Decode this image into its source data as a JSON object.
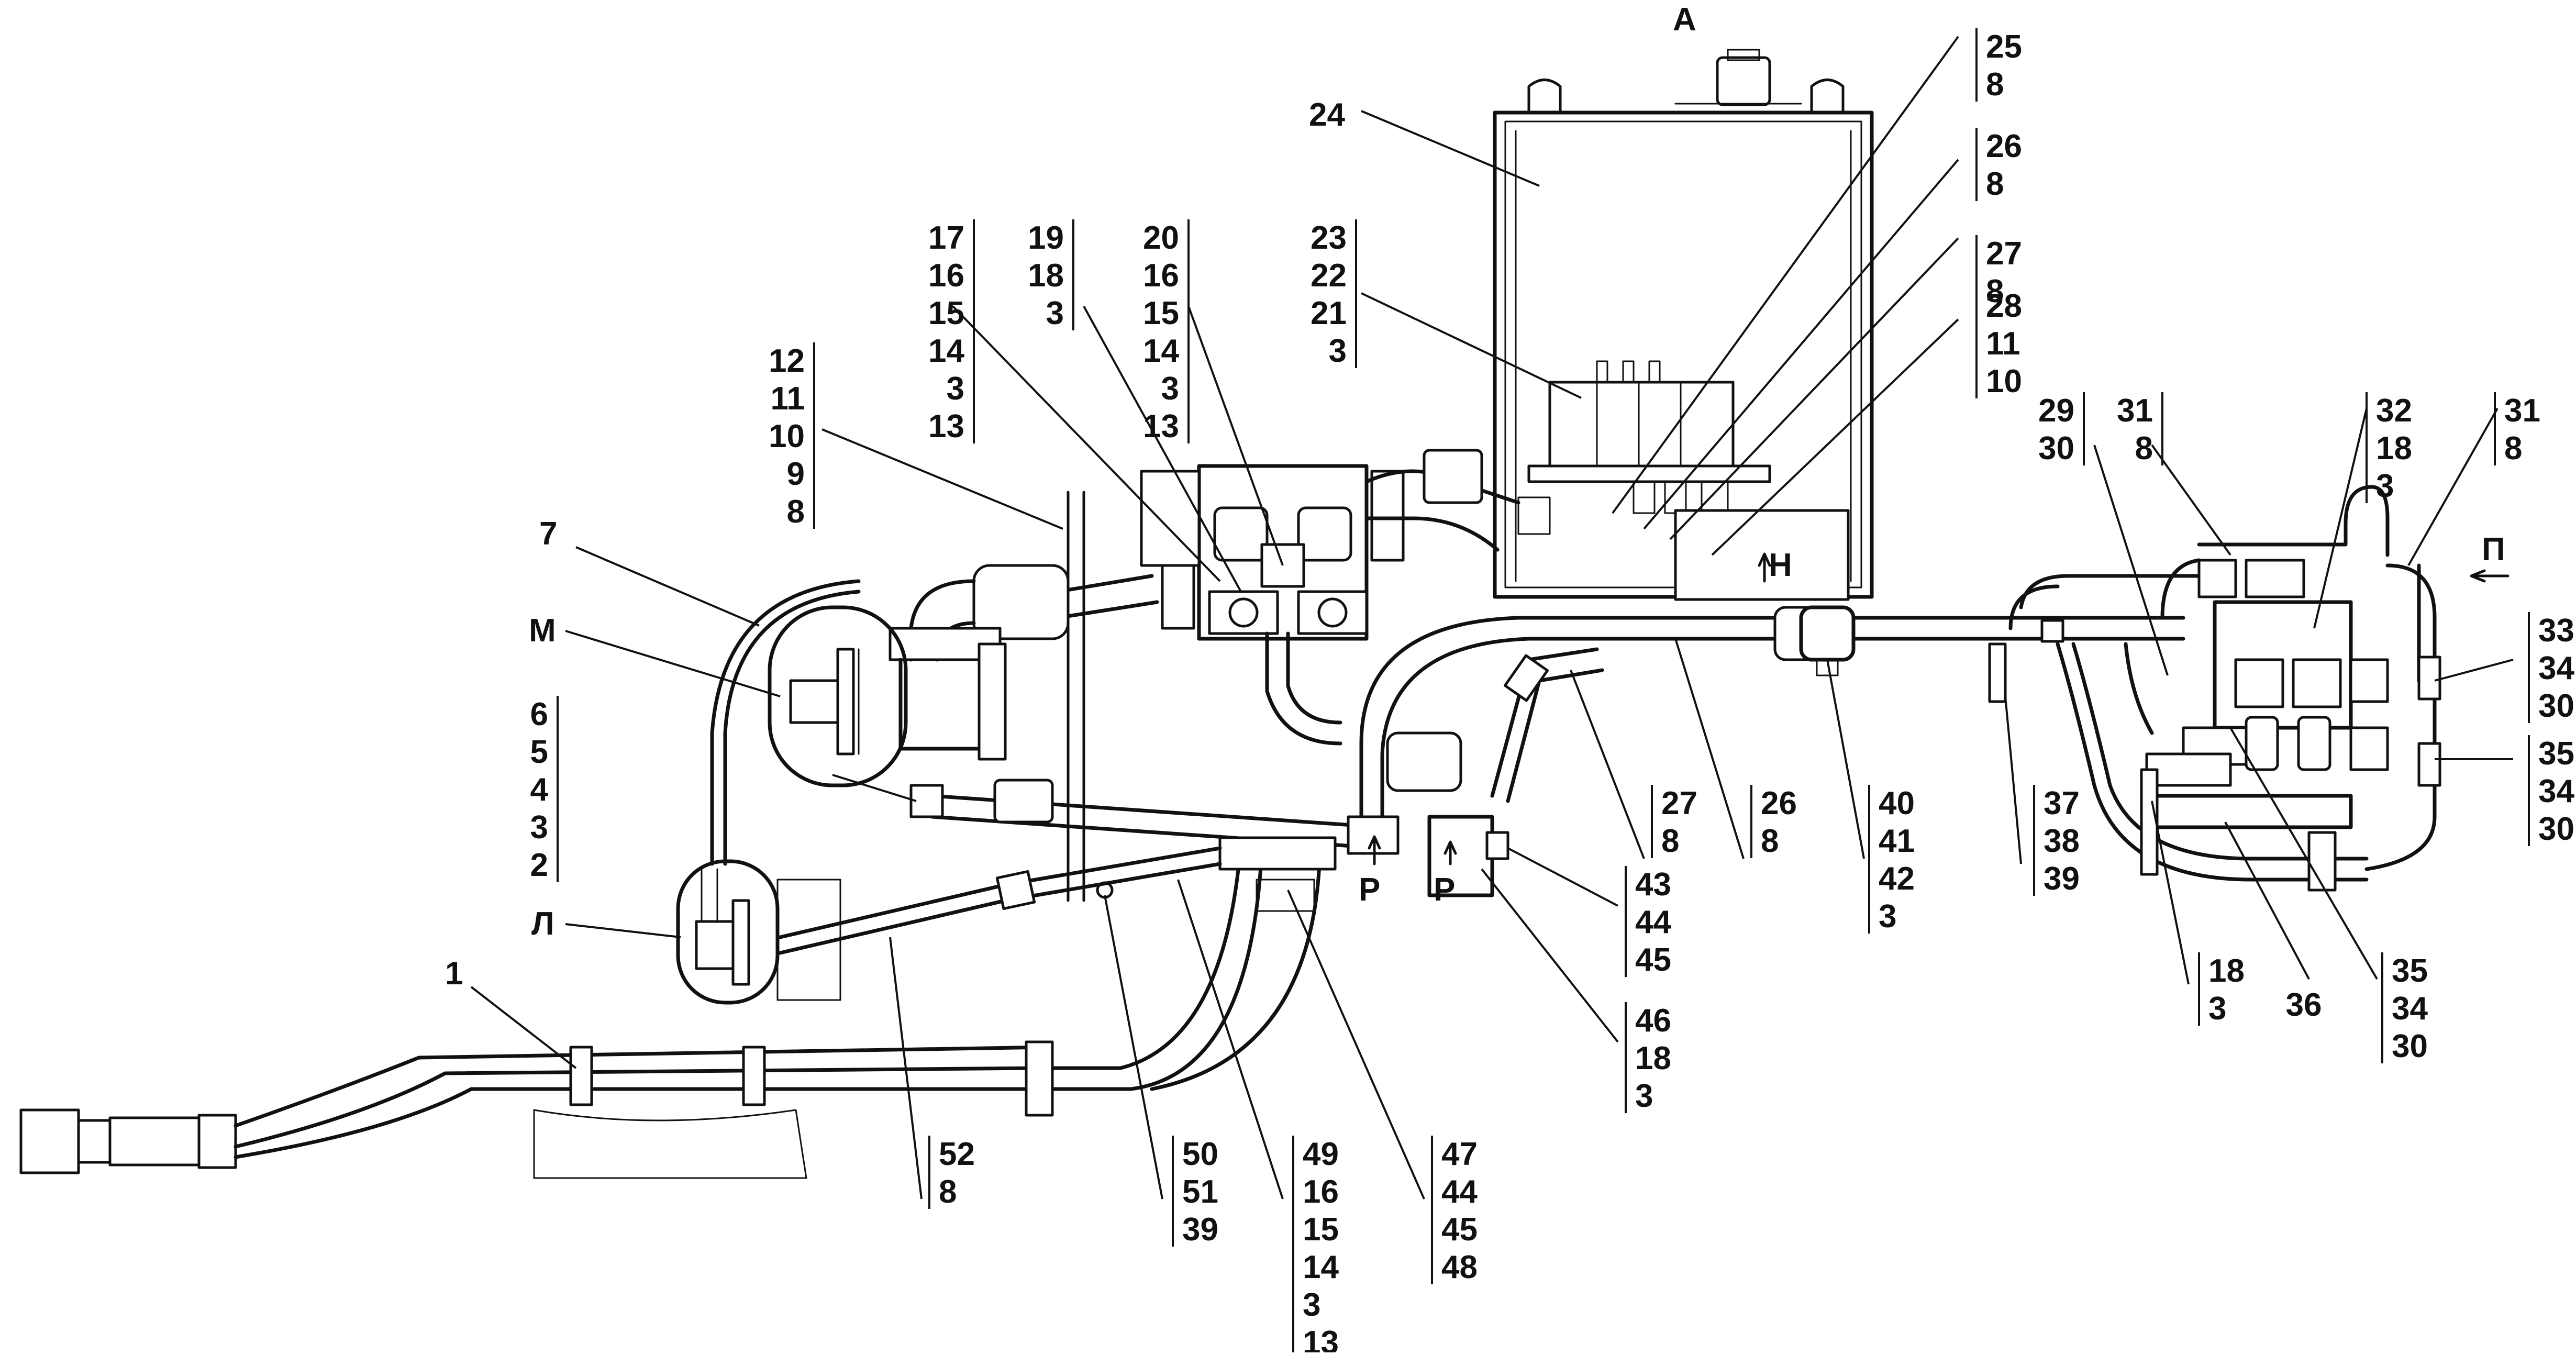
{
  "drawing": {
    "view_label": "А",
    "parts": {
      "tank": "24",
      "hose_long": "7",
      "front_line": "1",
      "tee_line": "52",
      "tee_line_sub": "8"
    },
    "detail_labels": {
      "m": "М",
      "l": "Л",
      "n": "Н",
      "p": "П",
      "r1": "Р",
      "r2": "Р"
    },
    "stacks": {
      "s25": [
        "25",
        "8"
      ],
      "s26top": [
        "26",
        "8"
      ],
      "s27top": [
        "27",
        "8"
      ],
      "s28": [
        "28",
        "11",
        "10"
      ],
      "s17": [
        "17",
        "16",
        "15",
        "14",
        "3",
        "13"
      ],
      "s19": [
        "19",
        "18",
        "3"
      ],
      "s20": [
        "20",
        "16",
        "15",
        "14",
        "3",
        "13"
      ],
      "s23": [
        "23",
        "22",
        "21",
        "3"
      ],
      "s12": [
        "12",
        "11",
        "10",
        "9",
        "8"
      ],
      "s6": [
        "6",
        "5",
        "4",
        "3",
        "2"
      ],
      "s29": [
        "29",
        "30"
      ],
      "s31a": [
        "31",
        "8"
      ],
      "s32": [
        "32",
        "18",
        "3"
      ],
      "s31b": [
        "31",
        "8"
      ],
      "s33": [
        "33",
        "34",
        "30"
      ],
      "s35a": [
        "35",
        "34",
        "30"
      ],
      "s27b": [
        "27",
        "8"
      ],
      "s26b": [
        "26",
        "8"
      ],
      "s40": [
        "40",
        "41",
        "42",
        "3"
      ],
      "s37": [
        "37",
        "38",
        "39"
      ],
      "s43": [
        "43",
        "44",
        "45"
      ],
      "s46": [
        "46",
        "18",
        "3"
      ],
      "s18": [
        "18",
        "3"
      ],
      "s36": [
        "36"
      ],
      "s35b": [
        "35",
        "34",
        "30"
      ],
      "s52": [
        "52",
        "8"
      ],
      "s50": [
        "50",
        "51",
        "39"
      ],
      "s49": [
        "49",
        "16",
        "15",
        "14",
        "3",
        "13"
      ],
      "s47": [
        "47",
        "44",
        "45",
        "48"
      ]
    }
  }
}
